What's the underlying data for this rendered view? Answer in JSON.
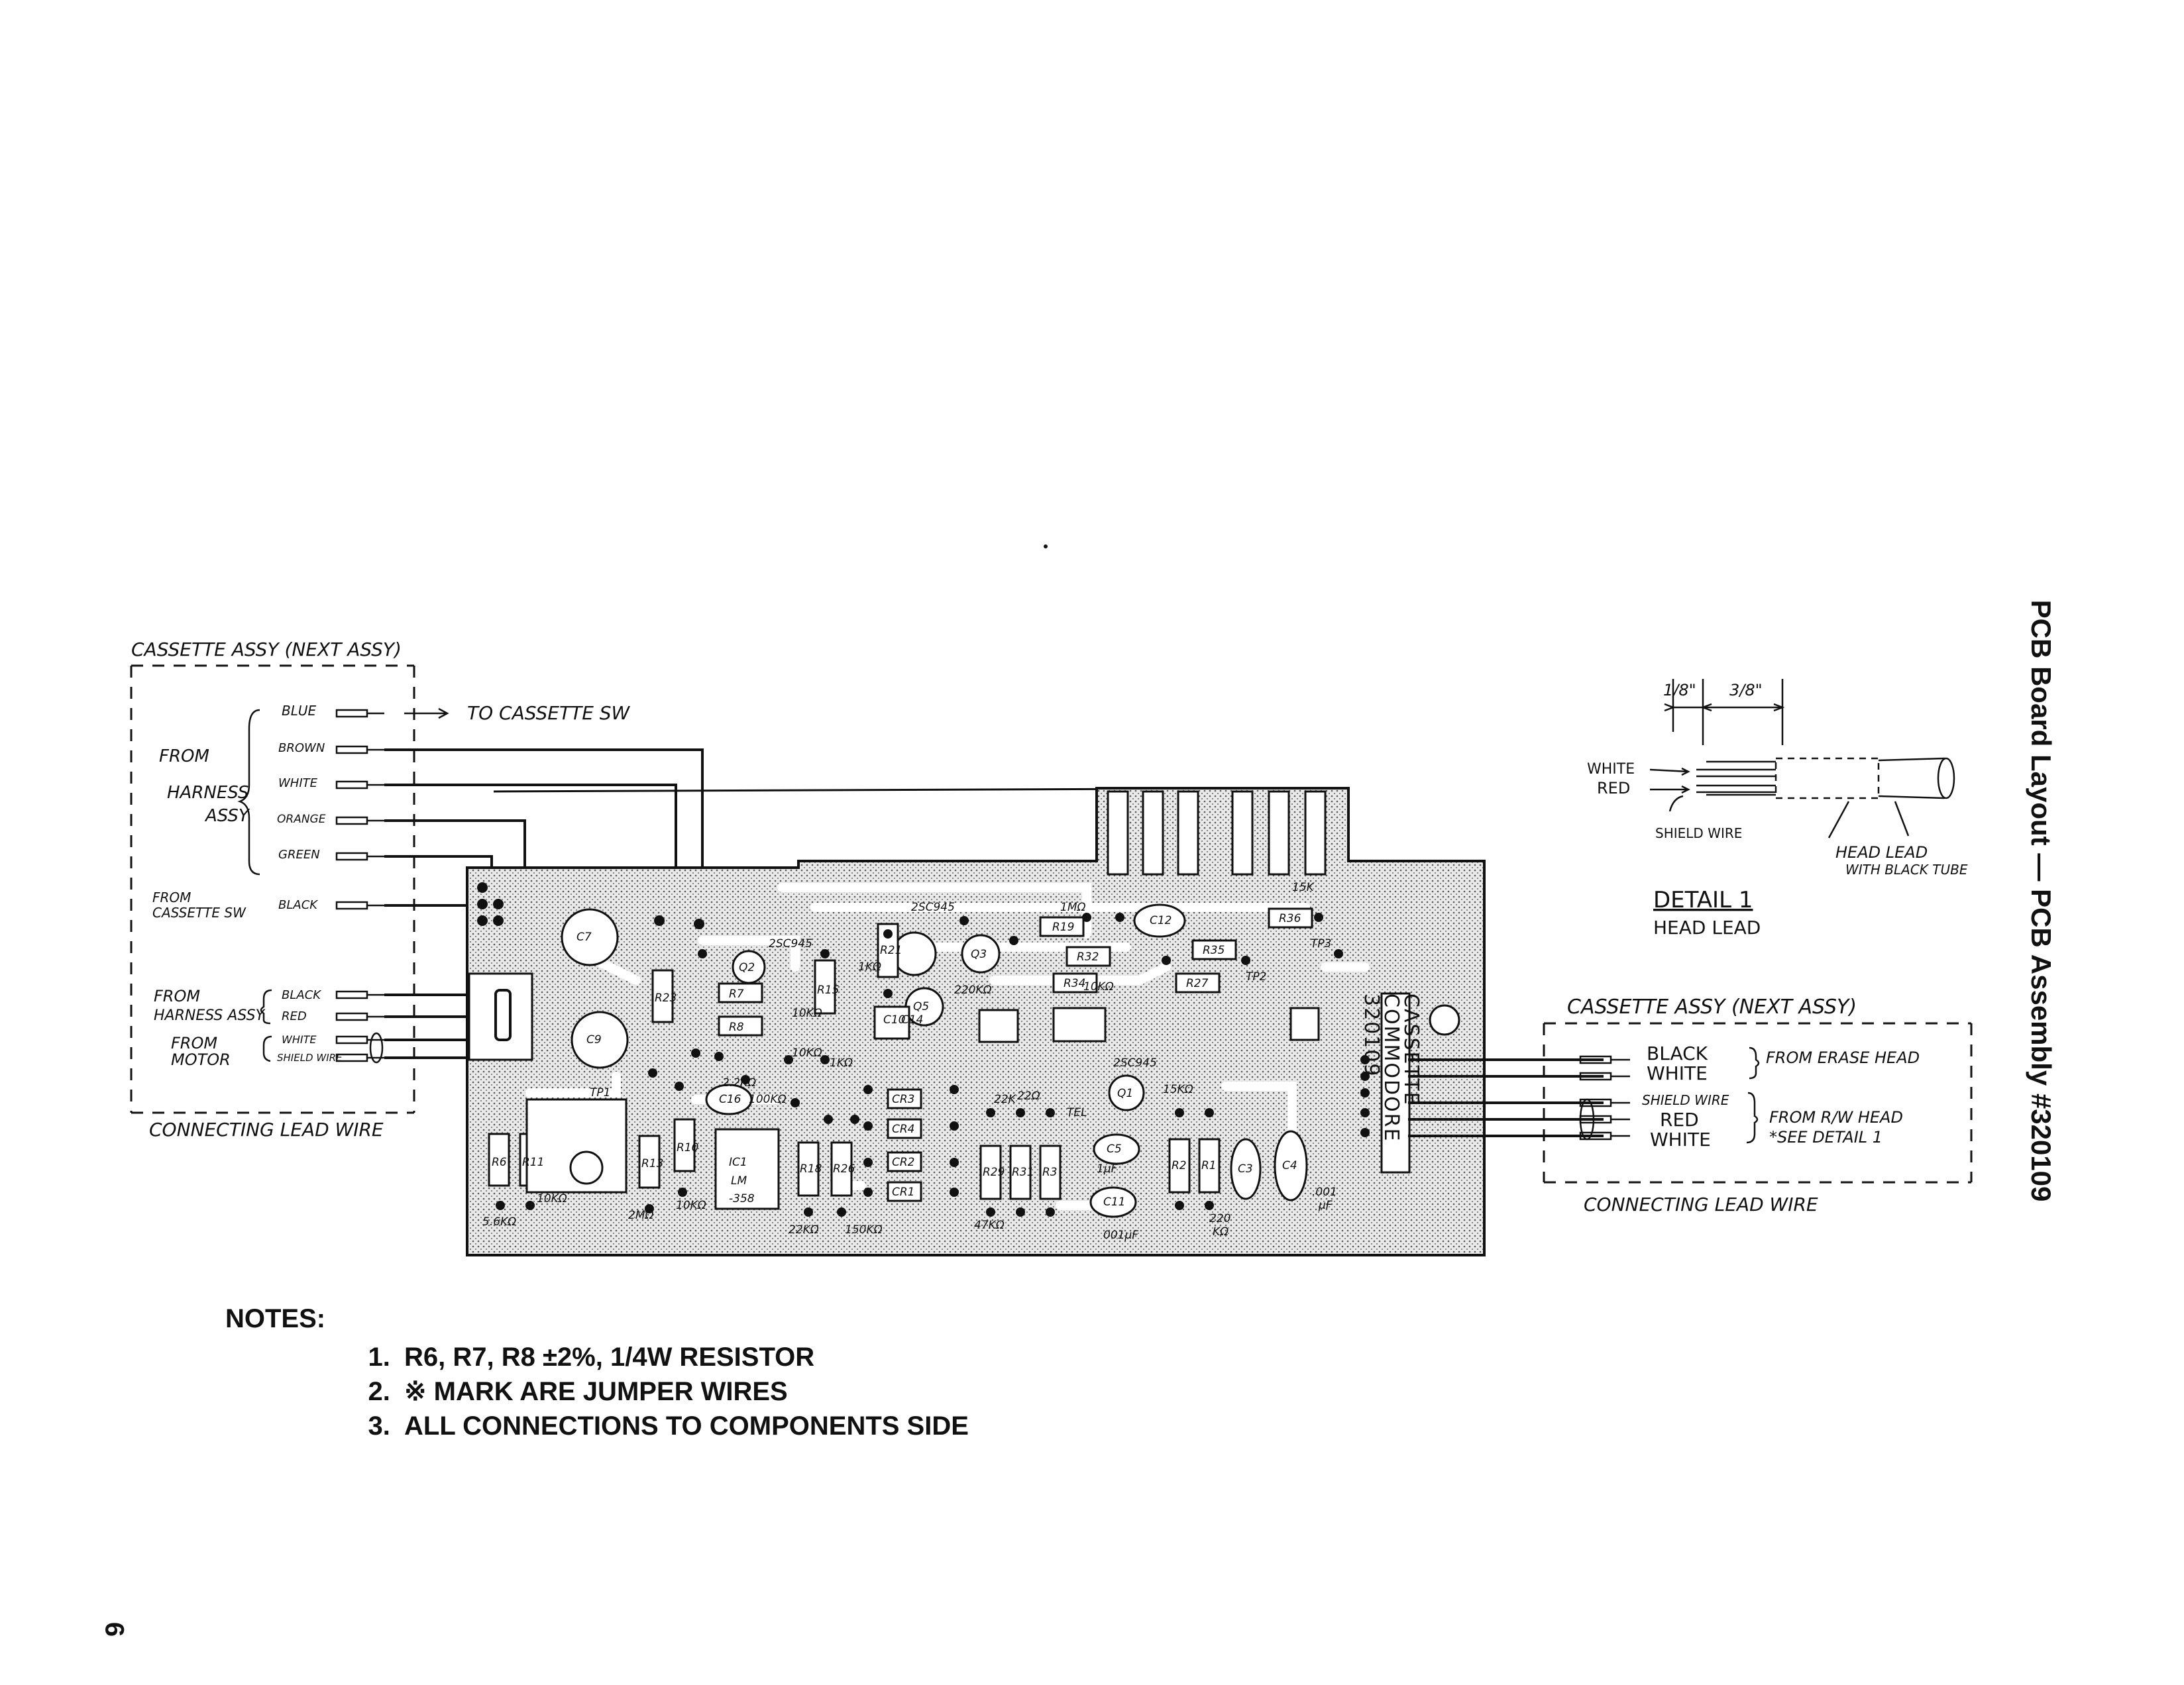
{
  "side_title": "PCB Board Layout — PCB Assembly #320109",
  "page_number": "6",
  "left_panel": {
    "title": "CASSETTE ASSY (NEXT ASSY)",
    "from_harness": "FROM",
    "harness_assy_1": "HARNESS",
    "harness_assy_2": "ASSY",
    "wires": [
      "BLUE",
      "BROWN",
      "WHITE",
      "ORANGE",
      "GREEN"
    ],
    "to_cassette_sw": "TO CASSETTE SW",
    "from_cassette_sw_1": "FROM",
    "from_cassette_sw_2": "CASSETTE SW",
    "black_1": "BLACK",
    "from_harness_assy_2": "FROM",
    "harness_assy_2_label": "HARNESS ASSY",
    "black_2": "BLACK",
    "red": "RED",
    "from_motor_1": "FROM",
    "from_motor_2": "MOTOR",
    "white": "WHITE",
    "shield_wire": "SHIELD WIRE",
    "connecting_lead_wire": "CONNECTING LEAD WIRE"
  },
  "right_panel": {
    "title": "CASSETTE ASSY (NEXT ASSY)",
    "black": "BLACK",
    "white": "WHITE",
    "from_erase_head": "FROM ERASE HEAD",
    "shield_wire": "SHIELD WIRE",
    "red": "RED",
    "white_2": "WHITE",
    "from_rw_head": "FROM R/W HEAD",
    "see_detail": "*SEE DETAIL 1",
    "connecting_lead_wire": "CONNECTING LEAD WIRE"
  },
  "detail": {
    "dim_1": "1/8\"",
    "dim_2": "3/8\"",
    "white": "WHITE",
    "red": "RED",
    "shield_wire": "SHIELD WIRE",
    "head_lead": "HEAD LEAD",
    "with_black_tube": "WITH BLACK TUBE",
    "title": "DETAIL 1",
    "subtitle": "HEAD LEAD"
  },
  "components": {
    "resistors": [
      "R6",
      "R11",
      "R13",
      "R10",
      "R23",
      "R7",
      "R8",
      "R15",
      "R18",
      "R26",
      "R21",
      "R19",
      "R32",
      "R34",
      "R36",
      "R35",
      "R27",
      "R29",
      "R31",
      "R3",
      "R2",
      "R1"
    ],
    "capacitors": [
      "C7",
      "C12",
      "C16",
      "C9",
      "C14",
      "C3",
      "C4",
      "C5",
      "C11",
      "C10"
    ],
    "transistors": [
      "Q2",
      "Q5",
      "Q3",
      "Q1"
    ],
    "diodes": [
      "CR3",
      "CR4",
      "CR2",
      "CR1"
    ],
    "ic": [
      "IC1",
      "LM",
      "-358"
    ],
    "values": [
      "5.6KΩ",
      "10KΩ",
      "2MΩ",
      "10KΩ",
      "22KΩ",
      "150KΩ",
      "47KΩ",
      "001µF",
      "220",
      "KΩ",
      ".001",
      "µF",
      "10KΩ",
      "1KΩ",
      "22K",
      "15KΩ",
      "2SC945",
      "2SC945",
      "2SC945",
      "10KΩ",
      "1KΩ",
      "15K",
      "22Ω",
      "1MΩ",
      "220KΩ",
      "TP3",
      "TP2",
      "TP1",
      "TEL",
      "1µF",
      "10KΩ",
      "2.2KΩ",
      "100KΩ"
    ],
    "bottom_edge": [
      "CASSETTE",
      "COMMODORE",
      "320109"
    ]
  },
  "notes": {
    "heading": "NOTES:",
    "items": [
      "R6, R7, R8 ±2%, 1/4W RESISTOR",
      "※ MARK ARE JUMPER WIRES",
      "ALL CONNECTIONS TO COMPONENTS SIDE"
    ]
  }
}
